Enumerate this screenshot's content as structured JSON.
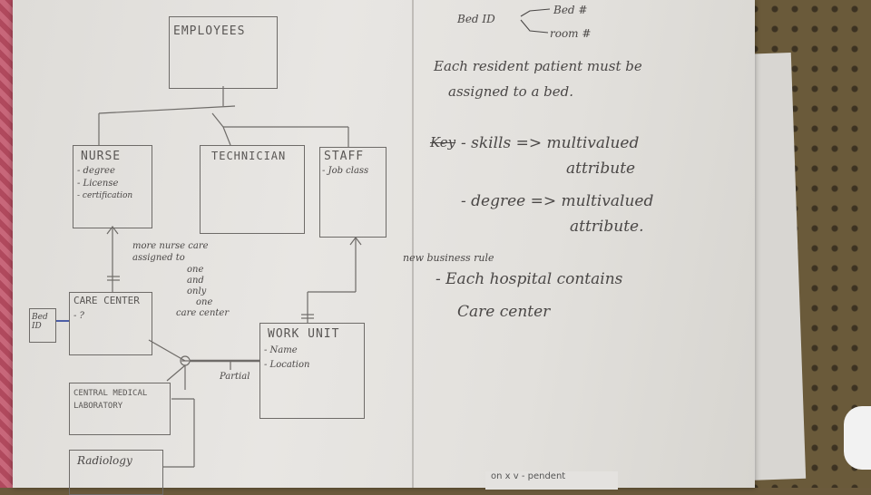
{
  "diagram": {
    "employees": "EMPLOYEES",
    "nurse": "NURSE",
    "nurse_attrs": [
      "- degree",
      "- License",
      "- certification"
    ],
    "technician": "TECHNICIAN",
    "staff": "STAFF",
    "staff_attrs": [
      "- Job class"
    ],
    "nurse_relationship": [
      "more nurse care",
      "assigned to",
      "one",
      "and",
      "only",
      "one",
      "care center"
    ],
    "care_center": "CARE CENTER",
    "care_center_attr": "- ?",
    "bed_id_box": "Bed ID",
    "work_unit": "WORK UNIT",
    "work_unit_attrs": [
      "- Name",
      "- Location"
    ],
    "partial": "Partial",
    "central_lab": "CENTRAL MEDICAL LABORATORY",
    "radiology": "Radiology"
  },
  "notes": {
    "bed_id": "Bed ID",
    "bed_no": "Bed #",
    "room_no": "room #",
    "line1": "Each resident patient must be",
    "line2": "assigned to a bed.",
    "skills_strike": "Key",
    "skills": "- skills => multivalued",
    "skills_attr": "attribute",
    "degree": "- degree => multivalued",
    "degree_attr": "attribute.",
    "business_rule": "new business rule",
    "rule_line1": "- Each hospital contains",
    "rule_line2": "Care center"
  },
  "scrap_text": "on x  v  - pendent"
}
